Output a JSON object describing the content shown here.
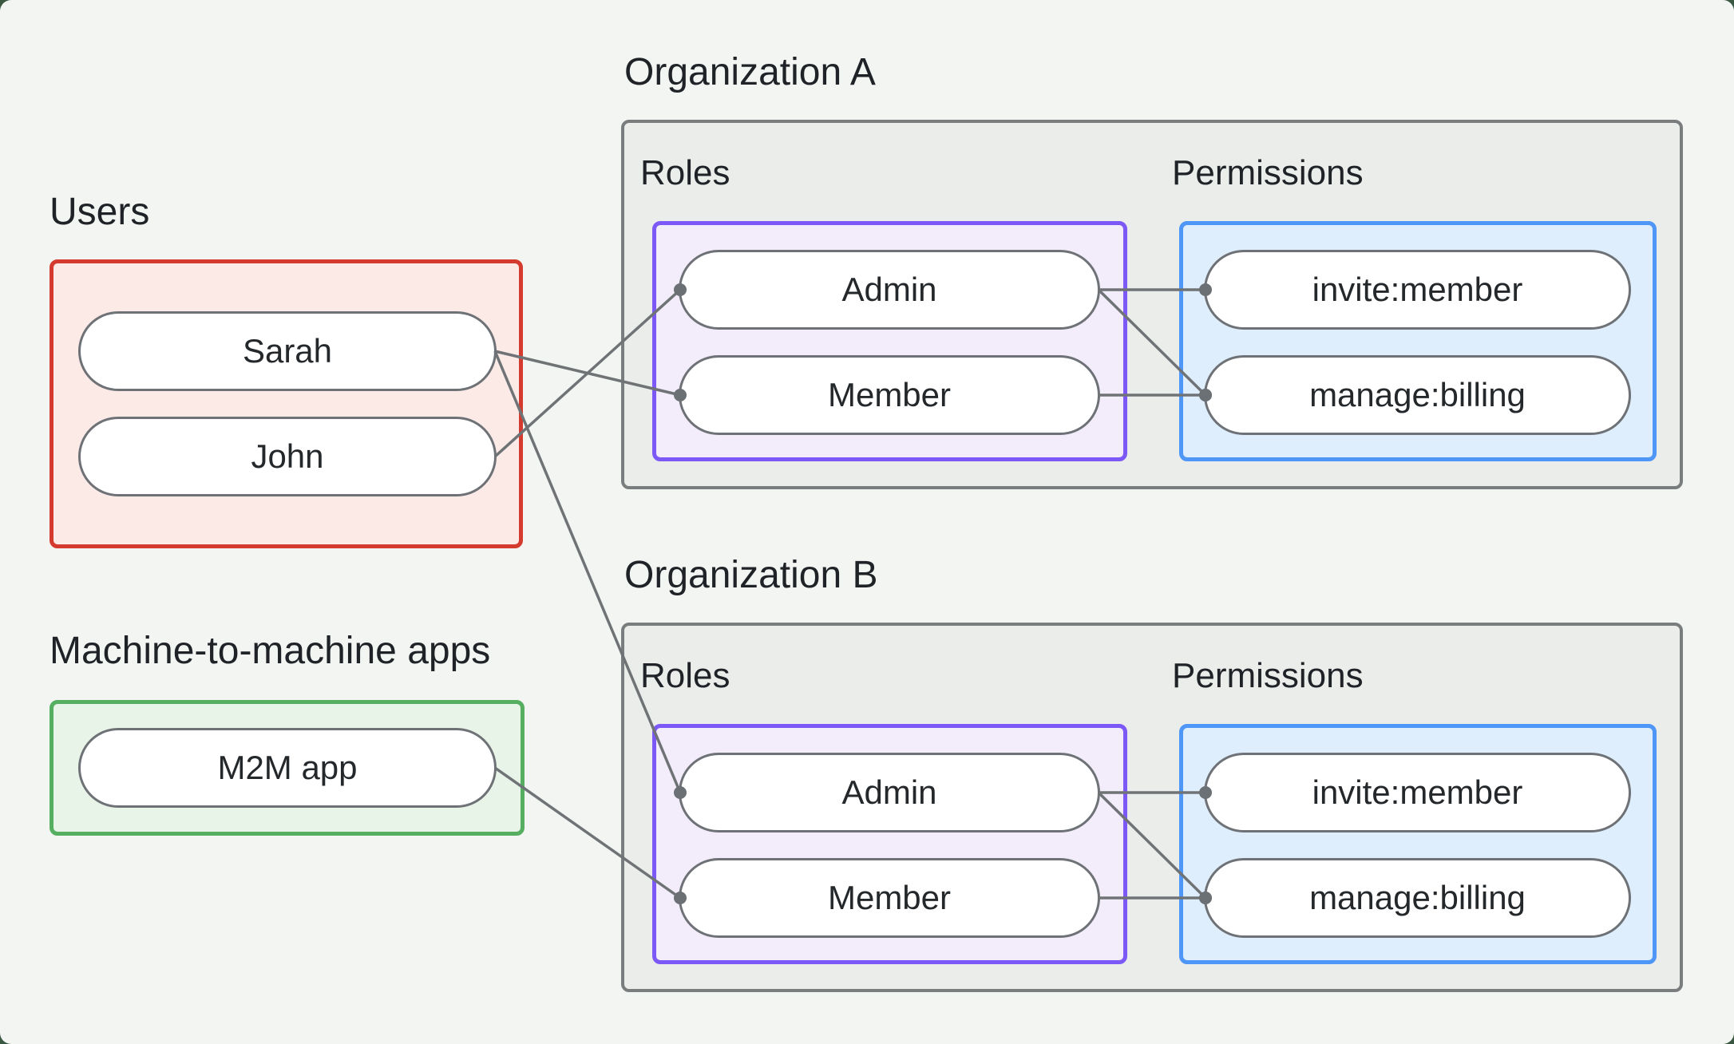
{
  "colors": {
    "page_bg": "#3A5741",
    "canvas_bg": "#F3F5F2",
    "text": "#1F2227",
    "red_border": "#D53A2E",
    "red_fill": "#FCEAE7",
    "green_border": "#56AE60",
    "green_fill": "#E8F4E8",
    "purple_border": "#7C59F6",
    "purple_fill": "#F2ECFB",
    "blue_border": "#4E96F7",
    "blue_fill": "#DFEEFC",
    "org_fill": "#EBEDEA",
    "org_border": "#7A7D7E",
    "pill_border": "#6E7276",
    "pill_fill": "#FFFFFF",
    "line_color": "#6F7376",
    "dot_color": "#6B7074"
  },
  "users_group": {
    "label": "Users"
  },
  "m2m_group": {
    "label": "Machine-to-machine apps"
  },
  "org_a": {
    "title": "Organization A",
    "roles_label": "Roles",
    "permissions_label": "Permissions"
  },
  "org_b": {
    "title": "Organization B",
    "roles_label": "Roles",
    "permissions_label": "Permissions"
  },
  "nodes": {
    "sarah": {
      "label": "Sarah"
    },
    "john": {
      "label": "John"
    },
    "m2m_app": {
      "label": "M2M app"
    },
    "org_a_admin": {
      "label": "Admin"
    },
    "org_a_member": {
      "label": "Member"
    },
    "org_a_invite": {
      "label": "invite:member"
    },
    "org_a_manage": {
      "label": "manage:billing"
    },
    "org_b_admin": {
      "label": "Admin"
    },
    "org_b_member": {
      "label": "Member"
    },
    "org_b_invite": {
      "label": "invite:member"
    },
    "org_b_manage": {
      "label": "manage:billing"
    }
  },
  "connections": [
    {
      "from": "sarah",
      "to": "org_a_member"
    },
    {
      "from": "sarah",
      "to": "org_b_admin"
    },
    {
      "from": "john",
      "to": "org_a_admin"
    },
    {
      "from": "m2m_app",
      "to": "org_b_member"
    },
    {
      "from": "org_a_admin",
      "to": "org_a_invite"
    },
    {
      "from": "org_a_admin",
      "to": "org_a_manage"
    },
    {
      "from": "org_a_member",
      "to": "org_a_manage"
    },
    {
      "from": "org_b_admin",
      "to": "org_b_invite"
    },
    {
      "from": "org_b_admin",
      "to": "org_b_manage"
    },
    {
      "from": "org_b_member",
      "to": "org_b_manage"
    }
  ]
}
